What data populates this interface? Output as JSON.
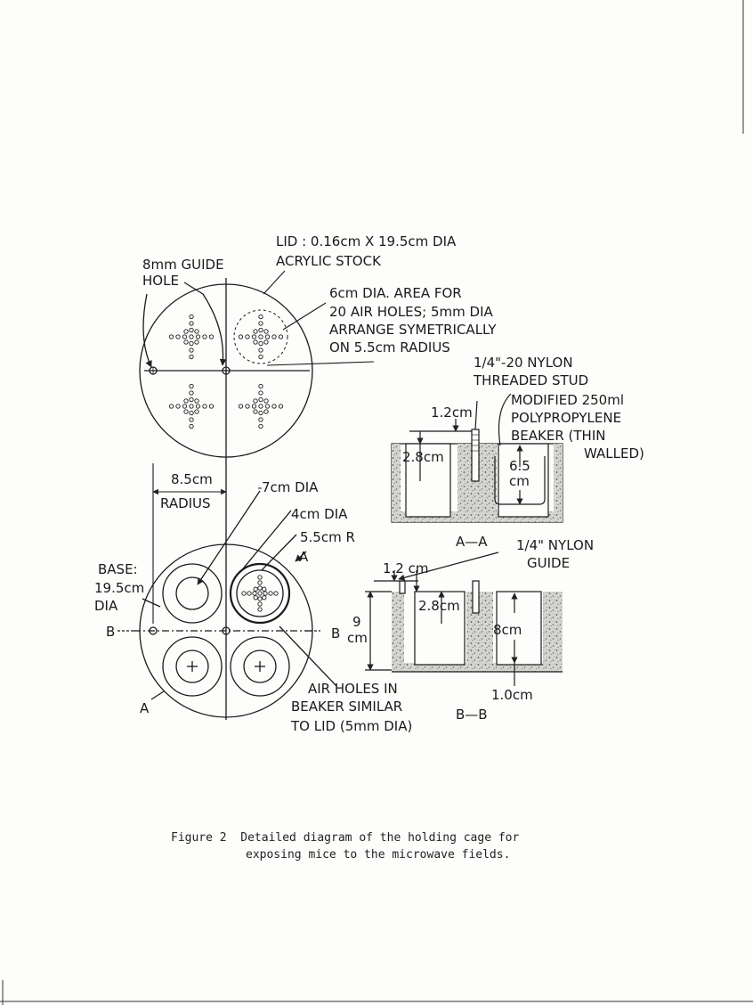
{
  "labels": {
    "lid_line1": "LID : 0.16cm X 19.5cm DIA",
    "lid_line2": "ACRYLIC STOCK",
    "guide_hole_line1": "8mm GUIDE",
    "guide_hole_line2": "HOLE",
    "air_area_line1": "6cm DIA. AREA FOR",
    "air_area_line2": "20 AIR HOLES; 5mm DIA",
    "air_area_line3": "ARRANGE SYMETRICALLY",
    "air_area_line4": "ON 5.5cm RADIUS",
    "stud_line1": "1/4\"-20 NYLON",
    "stud_line2": "THREADED STUD",
    "beaker_line1": "MODIFIED 250ml",
    "beaker_line2": "POLYPROPYLENE",
    "beaker_line3": "BEAKER (THIN",
    "beaker_line4": "WALLED)",
    "dim_1_2cm_top": "1.2cm",
    "dim_2_8cm_top": "2.8cm",
    "dim_6_5": "6.5",
    "dim_6_5_unit": "cm",
    "section_aa": "A—A",
    "radius_value": "8.5cm",
    "radius_word": "RADIUS",
    "dia_7cm": "7cm DIA",
    "dia_4cm": "4cm DIA",
    "r_5_5cm": "5.5cm R",
    "base_line1": "BASE:",
    "base_line2": "19.5cm",
    "base_line3": "DIA",
    "marker_a_top": "A",
    "marker_a_bottom": "A",
    "marker_b_left": "B",
    "marker_b_right": "B",
    "nylon_guide_line1": "1/4\" NYLON",
    "nylon_guide_line2": "GUIDE",
    "dim_1_2cm_bottom": "1.2 cm",
    "dim_2_8cm_bottom": "2.8cm",
    "dim_9": "9",
    "dim_9_unit": "cm",
    "dim_8cm": "8cm",
    "dim_1_0cm": "1.0cm",
    "section_bb": "B—B",
    "airholes_line1": "AIR HOLES IN",
    "airholes_line2": "BEAKER SIMILAR",
    "airholes_line3": "TO LID (5mm DIA)"
  },
  "caption": {
    "line1": "Figure 2  Detailed diagram of the holding cage for",
    "line2": "exposing mice to the microwave fields."
  }
}
